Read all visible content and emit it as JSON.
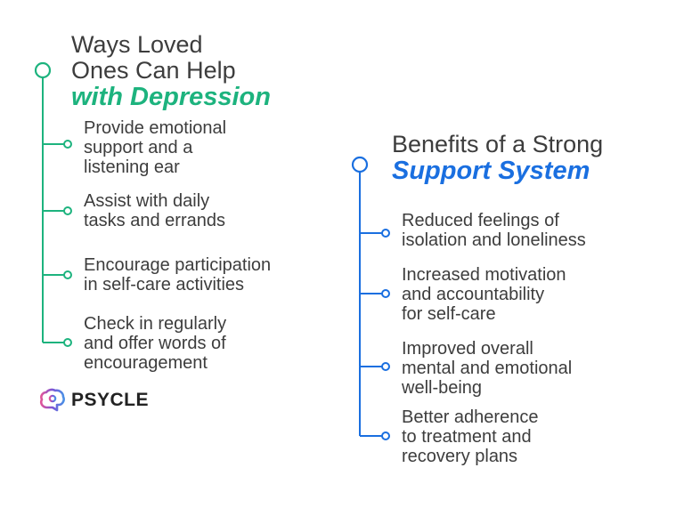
{
  "left_column": {
    "title_lines": [
      "Ways Loved",
      "Ones Can Help"
    ],
    "title_emphasis": "with Depression",
    "accent_color": "#1db37e",
    "items": [
      {
        "lines": [
          "Provide emotional",
          "support and a",
          "listening ear"
        ]
      },
      {
        "lines": [
          "Assist with daily",
          "tasks and errands"
        ]
      },
      {
        "lines": [
          "Encourage participation",
          "in self-care activities"
        ]
      },
      {
        "lines": [
          "Check in regularly",
          "and offer words of",
          "encouragement"
        ]
      }
    ]
  },
  "right_column": {
    "title_lines": [
      "Benefits of a Strong"
    ],
    "title_emphasis": "Support System",
    "accent_color": "#1a6fe0",
    "items": [
      {
        "lines": [
          "Reduced feelings of",
          "isolation and loneliness"
        ]
      },
      {
        "lines": [
          "Increased motivation",
          "and accountability",
          "for self-care"
        ]
      },
      {
        "lines": [
          "Improved overall",
          "mental and emotional",
          "well-being"
        ]
      },
      {
        "lines": [
          "Better adherence",
          "to treatment and",
          "recovery plans"
        ]
      }
    ]
  },
  "logo": {
    "text": "PSYCLE",
    "icon": "brain-icon",
    "colors": [
      "#e0559a",
      "#7b55d6",
      "#4a90e6"
    ]
  }
}
